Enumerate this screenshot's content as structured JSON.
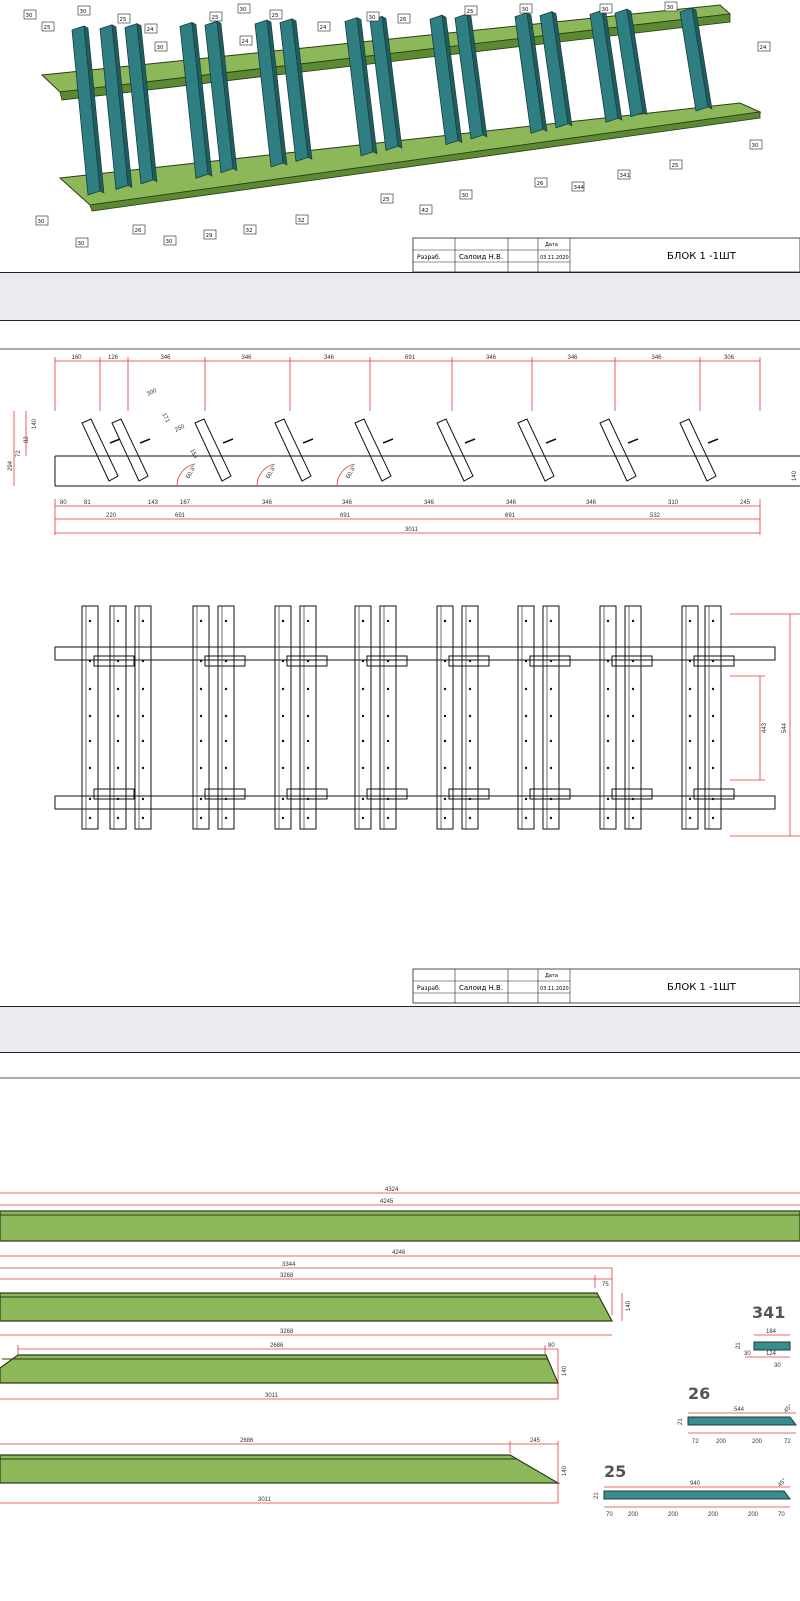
{
  "title_block": {
    "role_label": "Разраб.",
    "name": "Салоид Н.В.",
    "date_label": "Дата",
    "date": "03.11.2020",
    "block_title": "БЛОК 1 -1ШТ"
  },
  "colors": {
    "beam_green": "#8cb85a",
    "post_teal": "#2f7f82",
    "dim_red": "#e23a3a",
    "line_black": "#111111"
  },
  "iso_view": {
    "callouts": [
      "25",
      "30",
      "25",
      "24",
      "30",
      "25",
      "24",
      "30",
      "25",
      "24",
      "30",
      "26",
      "25",
      "24",
      "30",
      "25",
      "26",
      "344",
      "341",
      "30",
      "42",
      "25",
      "32",
      "32",
      "29",
      "30",
      "26",
      "30",
      "30",
      "30",
      "30",
      "30",
      "30"
    ]
  },
  "side_view": {
    "top_dims": [
      "160",
      "126",
      "346",
      "346",
      "346",
      "691",
      "346",
      "346",
      "346",
      "306"
    ],
    "bottom_dims": [
      "80",
      "81",
      "220",
      "143",
      "167",
      "346",
      "346",
      "346",
      "346",
      "346",
      "310",
      "245"
    ],
    "span_dims": [
      "691",
      "691",
      "691",
      "532"
    ],
    "total": "3011",
    "left_dims": [
      "294",
      "72",
      "82",
      "140"
    ],
    "right_dims": [
      "140"
    ],
    "angle_labels": [
      "60.3°",
      "60.3°",
      "60.3°"
    ],
    "post_dims": [
      "300",
      "171",
      "250",
      "154"
    ]
  },
  "plan_view": {
    "inner_dim": "443",
    "outer_dim": "544"
  },
  "parts": {
    "beam1": {
      "dims": [
        "4324",
        "4245",
        "4246"
      ]
    },
    "beam2": {
      "dims": [
        "3344",
        "3268",
        "75",
        "140",
        "3268"
      ]
    },
    "beam3": {
      "dims": [
        "2686",
        "80",
        "140",
        "3011"
      ]
    },
    "beam4": {
      "dims": [
        "2686",
        "245",
        "140",
        "3011"
      ]
    },
    "part341": {
      "label": "341",
      "dims": [
        "184",
        "21",
        "30",
        "124",
        "30"
      ]
    },
    "part26": {
      "label": "26",
      "dims": [
        "544",
        "21",
        "72",
        "200",
        "200",
        "72",
        "45°"
      ]
    },
    "part25": {
      "label": "25",
      "dims": [
        "940",
        "21",
        "70",
        "200",
        "200",
        "200",
        "200",
        "70",
        "45°"
      ]
    }
  }
}
